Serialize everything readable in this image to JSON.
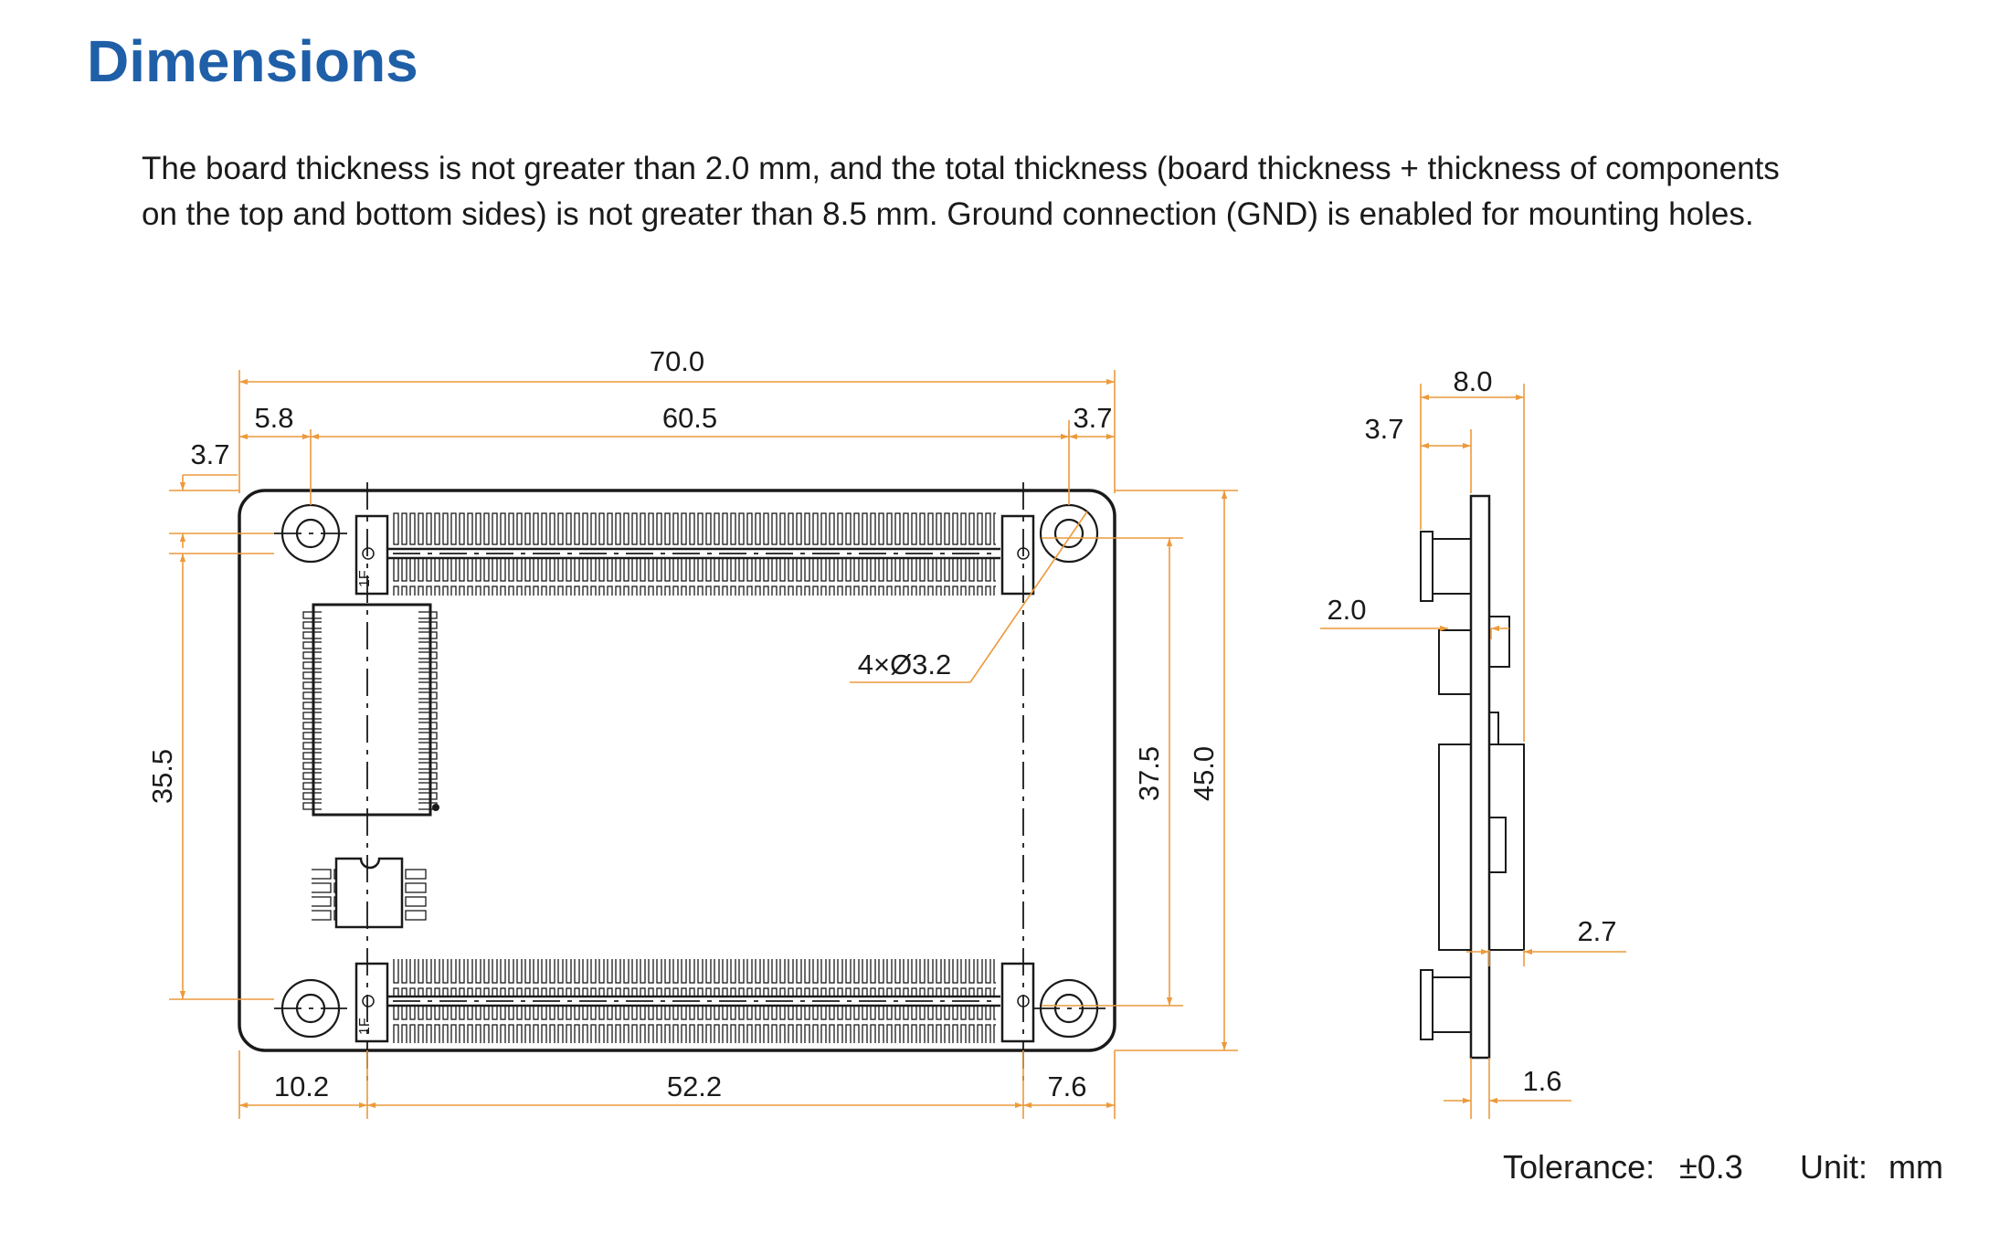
{
  "title": "Dimensions",
  "description": {
    "line1": "The board thickness is not greater than 2.0 mm, and the total thickness (board thickness + thickness of components",
    "line2": "on the top and bottom sides) is not greater than 8.5 mm. Ground connection (GND) is enabled for mounting holes."
  },
  "top_view": {
    "overall_width": "70.0",
    "inner_width": "60.5",
    "left_offset": "5.8",
    "right_offset": "3.7",
    "hole_top_offset": "3.7",
    "hole_vertical_spacing": "35.5",
    "connector_spacing": "37.5",
    "overall_height": "45.0",
    "bottom_left": "10.2",
    "bottom_middle": "52.2",
    "bottom_right": "7.6",
    "hole_callout": "4×Ø3.2",
    "connector_mark": "1F"
  },
  "side_view": {
    "total_depth": "8.0",
    "top_component": "3.7",
    "board_thickness": "2.0",
    "bottom_component": "2.7",
    "pcb": "1.6"
  },
  "footer": {
    "tolerance_label": "Tolerance:",
    "tolerance_value": "±0.3",
    "unit_label": "Unit:",
    "unit_value": "mm"
  },
  "colors": {
    "title": "#1f5fa8",
    "dimension_lines": "#ec9a3c",
    "outline": "#1a1a1a"
  }
}
